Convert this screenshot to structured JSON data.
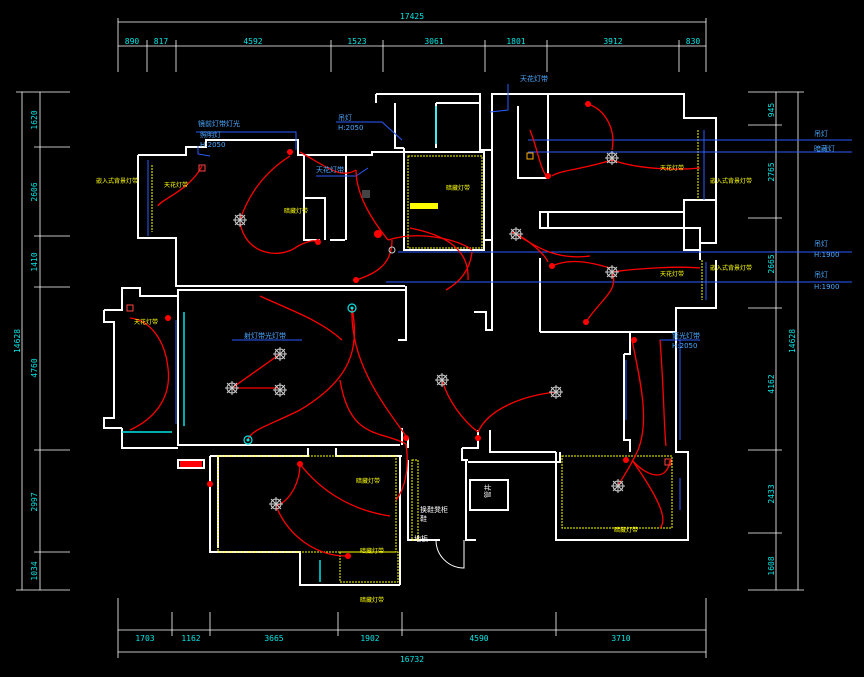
{
  "dimensions": {
    "top_total": "17425",
    "top_segments": [
      "890",
      "817",
      "4592",
      "1523",
      "3061",
      "1801",
      "3912",
      "830"
    ],
    "bottom_segments": [
      "1703",
      "1162",
      "3665",
      "1902",
      "4590",
      "3710"
    ],
    "bottom_total": "16732",
    "left_total": "14628",
    "left_segments": [
      "1620",
      "2606",
      "1410",
      "4760",
      "2997",
      "1034"
    ],
    "right_total": "14628",
    "right_segments": [
      "945",
      "2765",
      "2665",
      "4162",
      "2433",
      "1608"
    ]
  },
  "annotations": {
    "blue": {
      "stair_light": "天花灯带",
      "pendant_top": "吊灯",
      "pendant_top_h": "H:2050",
      "mirror_light": "镜前灯带灯光",
      "mirror_light_sub": "照明灯",
      "mirror_light_sub2": "H:2050",
      "bath_light": "天花灯带",
      "living_light": "射灯带光灯带",
      "side_light": "筒光灯带",
      "side_light_h": "H:2050",
      "right_1": "吊灯",
      "right_2": "暗藏灯",
      "right_3": "吊灯",
      "right_3_h": "H:1900",
      "right_4": "吊灯",
      "right_4_h": "H:1900"
    },
    "yellow": {
      "embedded_1": "嵌入式背景灯带",
      "ceiling_1": "天花灯带",
      "strip_1": "暗藏灯带",
      "strip_2": "暗藏灯带",
      "embedded_2": "嵌入式背景灯带",
      "ceiling_2": "天花灯带",
      "embedded_3": "嵌入式背景灯带",
      "ceiling_3": "天花灯带",
      "strip_3": "暗藏灯带",
      "strip_4": "暗藏灯带",
      "strip_5": "暗藏灯带",
      "strip_6": "暗藏灯带",
      "ceiling_4": "天花灯带"
    },
    "white": {
      "box": "管井",
      "door": "换鞋凳柜",
      "door_sub": "鞋",
      "floor_tag": "地板"
    }
  }
}
